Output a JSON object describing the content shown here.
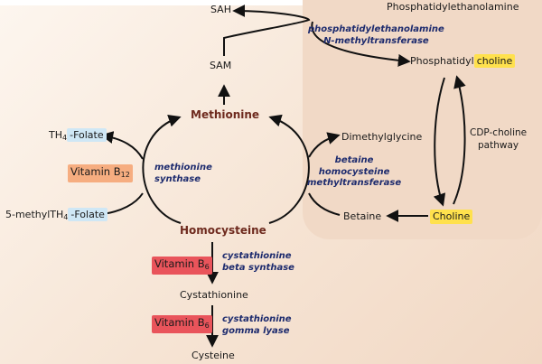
{
  "metabolites": {
    "sah": "SAH",
    "sam": "SAM",
    "phosphatidylethanolamine": "Phosphatidylethanolamine",
    "phosphatidylcholine_prefix": "Phosphatidyl",
    "phosphatidylcholine_suffix": "choline",
    "methionine": "Methionine",
    "homocysteine": "Homocysteine",
    "dimethylglycine": "Dimethylglycine",
    "betaine": "Betaine",
    "choline": "Choline",
    "th4_folate_prefix": "TH",
    "th4_folate_sub": "4",
    "th4_folate_suffix": "-Folate",
    "methyl_th4_folate_prefix": "5-methylTH",
    "methyl_th4_folate_sub": "4",
    "methyl_th4_folate_suffix": "-Folate",
    "cystathionine": "Cystathionine",
    "cysteine": "Cysteine"
  },
  "enzymes": {
    "pemt_line1": "phosphatidylethanolamine",
    "pemt_line2": "N-methyltransferase",
    "ms_line1": "methionine",
    "ms_line2": "synthase",
    "bhmt_line1": "betaine",
    "bhmt_line2": "homocysteine",
    "bhmt_line3": "methyltransferase",
    "cbs_line1": "cystathionine",
    "cbs_line2": "beta synthase",
    "cgl_line1": "cystathionine",
    "cgl_line2": "gomma lyase",
    "cdp_line1": "CDP-choline",
    "cdp_line2": "pathway"
  },
  "cofactors": {
    "b12_prefix": "Vitamin B",
    "b12_sub": "12",
    "b6_a_prefix": "Vitamin B",
    "b6_a_sub": "6",
    "b6_b_prefix": "Vitamin B",
    "b6_b_sub": "6"
  },
  "colors": {
    "background_left": "#f6e4d4",
    "background_panel": "#f1d9c6",
    "enzyme_text": "#1d2b6e",
    "major_metabolite": "#6e2a1e",
    "highlight_choline": "#ffe14d",
    "highlight_folate": "#cfe7f5",
    "highlight_b12": "#f6ad80",
    "highlight_b6": "#e9545b"
  }
}
